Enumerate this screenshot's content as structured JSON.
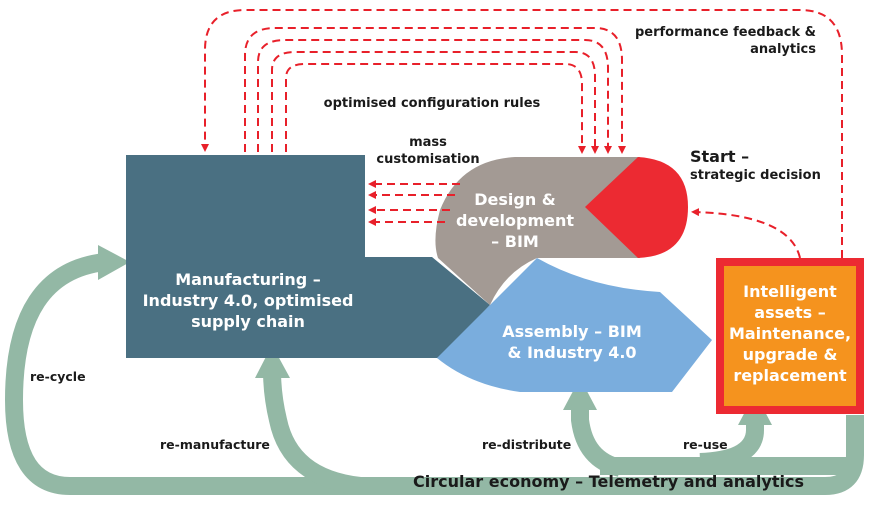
{
  "colors": {
    "manufacturing": "#4a7082",
    "design": "#a39a94",
    "start": "#ec2a32",
    "assembly": "#7aaddd",
    "assets_fill": "#f5931e",
    "assets_border": "#ec2a32",
    "circular": "#93b8a5",
    "dashed": "#e8202a",
    "text_dark": "#1a1a1a"
  },
  "nodes": {
    "manufacturing": {
      "lines": [
        "Manufacturing –",
        "Industry 4.0, optimised",
        "supply chain"
      ]
    },
    "design": {
      "lines": [
        "Design &",
        "development",
        "– BIM"
      ]
    },
    "start": {
      "title": "Start –",
      "subtitle": "strategic decision"
    },
    "assembly": {
      "lines": [
        "Assembly – BIM",
        "& Industry 4.0"
      ]
    },
    "assets": {
      "lines": [
        "Intelligent",
        "assets –",
        "Maintenance,",
        "upgrade &",
        "replacement"
      ]
    }
  },
  "labels": {
    "performance_feedback": [
      "performance feedback &",
      "analytics"
    ],
    "optimised_rules": "optimised configuration rules",
    "mass_customisation": [
      "mass",
      "customisation"
    ],
    "re_cycle": "re-cycle",
    "re_manufacture": "re-manufacture",
    "re_distribute": "re-distribute",
    "re_use": "re-use",
    "circular_economy": "Circular economy – Telemetry and analytics"
  }
}
